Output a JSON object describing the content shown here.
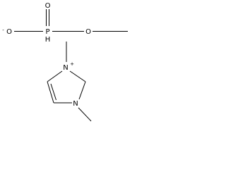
{
  "anion": {
    "atoms": {
      "p_top_o": "O",
      "p_left_o": "O",
      "p_left_o_charge": "-",
      "phosphorus": "P",
      "phosphorus_h": "H",
      "ester_o": "O"
    }
  },
  "cation": {
    "atoms": {
      "n_top": "N",
      "n_top_charge": "+",
      "n_bottom": "N"
    }
  }
}
